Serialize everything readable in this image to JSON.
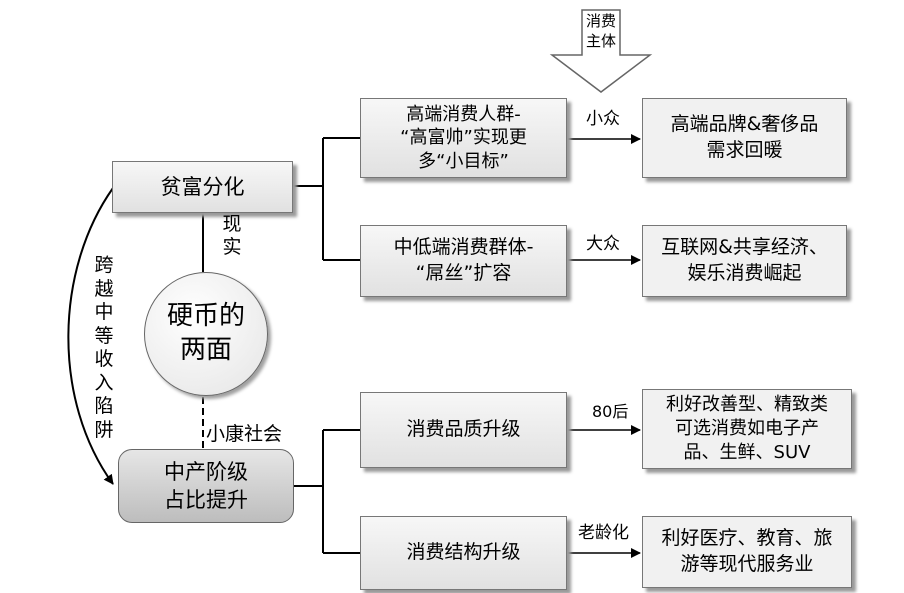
{
  "diagram": {
    "consumer_subject_arrow": "消费主体",
    "wealth_gap": "贫富分化",
    "coin": [
      "硬币的",
      "两面"
    ],
    "reality_label": "现实",
    "middle_income_label": "跨越中等收入陷阱",
    "well_off_label": "小康社会",
    "middle_class": [
      "中产阶级",
      "占比提升"
    ],
    "high_end_group": [
      "高端消费人群-",
      "“高富帅”实现更",
      "多“小目标”"
    ],
    "mid_low_group": [
      "中低端消费群体-",
      "“屌丝”扩容"
    ],
    "quality_upgrade": "消费品质升级",
    "structure_upgrade": "消费结构升级",
    "niche_label": "小众",
    "mass_label": "大众",
    "post80_label": "80后",
    "aging_label": "老龄化",
    "luxury_result": [
      "高端品牌&奢侈品",
      "需求回暖"
    ],
    "internet_result": [
      "互联网&共享经济、",
      "娱乐消费崛起"
    ],
    "quality_result": [
      "利好改善型、精致类",
      "可选消费如电子产",
      "品、生鲜、SUV"
    ],
    "structure_result": [
      "利好医疗、教育、旅",
      "游等现代服务业"
    ]
  }
}
